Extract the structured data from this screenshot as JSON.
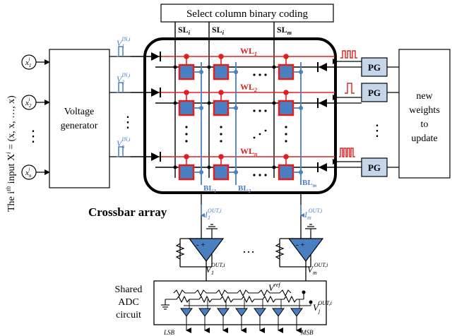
{
  "header": {
    "select_label": "Select column binary coding"
  },
  "source_lines": {
    "sl1": "SL",
    "sl1_sub": "i",
    "sl2": "SL",
    "sl2_sub": "i",
    "slm": "SL",
    "slm_sub": "m"
  },
  "inputs": {
    "vertical_label": "The i",
    "vertical_sup": "th",
    "vertical_rest": " input X",
    "vertical_sup2": "i",
    "vertical_eq": " = (x",
    "vertical_tail": ", x, …, x)",
    "x1": "x",
    "x1_sub": "1",
    "x1_sup": "i",
    "x2": "x",
    "x2_sub": "2",
    "x2_sup": "i",
    "xn": "x",
    "xn_sub": "n",
    "xn_sup": "i",
    "dots": "⋮"
  },
  "voltage_generator": {
    "line1": "Voltage",
    "line2": "generator"
  },
  "voltages": {
    "v1": "V",
    "v1_sub": "1",
    "v1_sup": "IN,i",
    "v2": "V",
    "v2_sub": "2",
    "v2_sup": "IN,i",
    "vn": "V",
    "vn_sub": "n",
    "vn_sup": "IN,i",
    "dots": "⋮"
  },
  "word_lines": {
    "wl1": "WL",
    "wl1_sub": "1",
    "wl2": "WL",
    "wl2_sub": "2",
    "wln": "WL",
    "wln_sub": "n"
  },
  "bit_lines": {
    "bl1": "BL",
    "bl1_sub": "1",
    "bl2": "BL",
    "bl2_sub": "2",
    "blm": "BL",
    "blm_sub": "m"
  },
  "crossbar_label": "Crossbar array",
  "pulse_generators": {
    "pg": "PG",
    "dots": "⋮"
  },
  "weights_box": {
    "line1": "new",
    "line2": "weights",
    "line3": "to",
    "line4": "update"
  },
  "currents": {
    "i1": "I",
    "i1_sub": "1",
    "i1_sup": "OUT,i",
    "im": "I",
    "im_sub": "m",
    "im_sup": "OUT,i"
  },
  "outputs": {
    "v1": "V",
    "v1_sub": "1",
    "v1_sup": "OUT,i",
    "vm": "V",
    "vm_sub": "m",
    "vm_sup": "OUT,i",
    "dots": "…"
  },
  "adc": {
    "line1": "Shared",
    "line2": "ADC",
    "line3": "circuit",
    "vref": "V",
    "vref_sup": "ref",
    "vj": "V",
    "vj_sub": "j",
    "vj_sup": "OUT,i",
    "lsb": "LSB",
    "msb": "MSB"
  },
  "colors": {
    "accent_blue": "#4a7fc1",
    "red": "#e02020",
    "cell_blue": "#4a7fc1",
    "pg_fill": "#c5d5ea"
  }
}
